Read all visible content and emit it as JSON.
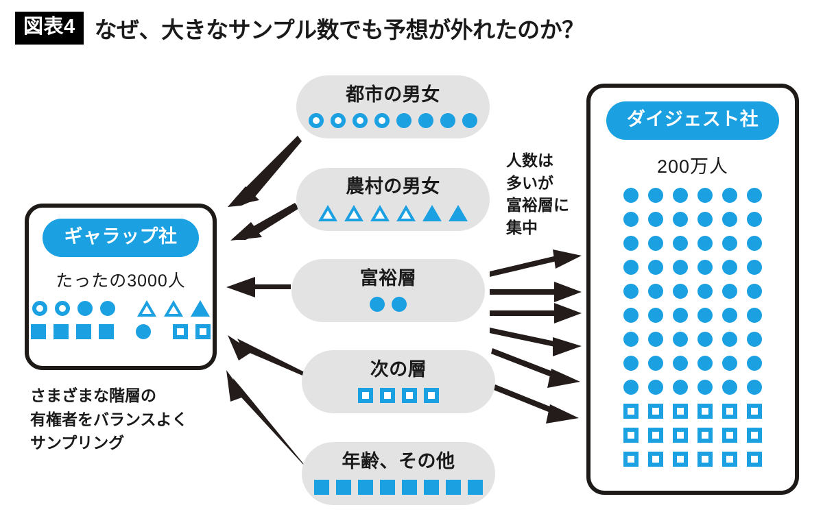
{
  "header": {
    "badge": "図表4",
    "title": "なぜ、大きなサンプル数でも予想が外れたのか？"
  },
  "colors": {
    "accent_blue": "#1ba0e2",
    "pill_gray": "#e3e3e4",
    "outline_black": "#1d1a18",
    "text_black": "#1a1a1a"
  },
  "gallup": {
    "name": "ギャラップ社",
    "count": "たったの3000人",
    "icon_rows": [
      [
        "circle-hollow",
        "circle-hollow",
        "circle-filled",
        "circle-filled",
        "gap",
        "triangle-hollow",
        "triangle-hollow",
        "triangle-filled"
      ],
      [
        "square-filled",
        "square-filled",
        "square-filled",
        "square-filled",
        "gap",
        "circle-filled",
        "gap",
        "square-hollow",
        "square-hollow"
      ]
    ],
    "caption": [
      "さまざまな階層の",
      "有権者をバランスよく",
      "サンプリング"
    ]
  },
  "digest": {
    "name": "ダイジェスト社",
    "count": "200万人",
    "grid_rows": [
      [
        "circle-filled",
        "circle-filled",
        "circle-filled",
        "circle-filled",
        "circle-filled",
        "circle-filled"
      ],
      [
        "circle-filled",
        "circle-filled",
        "circle-filled",
        "circle-filled",
        "circle-filled",
        "circle-filled"
      ],
      [
        "circle-filled",
        "circle-filled",
        "circle-filled",
        "circle-filled",
        "circle-filled",
        "circle-filled"
      ],
      [
        "circle-filled",
        "circle-filled",
        "circle-filled",
        "circle-filled",
        "circle-filled",
        "circle-filled"
      ],
      [
        "circle-filled",
        "circle-filled",
        "circle-filled",
        "circle-filled",
        "circle-filled",
        "circle-filled"
      ],
      [
        "circle-filled",
        "circle-filled",
        "circle-filled",
        "circle-filled",
        "circle-filled",
        "circle-filled"
      ],
      [
        "circle-filled",
        "circle-filled",
        "circle-filled",
        "circle-filled",
        "circle-filled",
        "circle-filled"
      ],
      [
        "circle-filled",
        "circle-filled",
        "circle-filled",
        "circle-filled",
        "circle-filled",
        "circle-filled"
      ],
      [
        "circle-filled",
        "circle-filled",
        "circle-filled",
        "circle-filled",
        "circle-filled",
        "circle-filled"
      ],
      [
        "square-hollow",
        "square-hollow",
        "square-hollow",
        "square-hollow",
        "square-hollow",
        "square-hollow"
      ],
      [
        "square-hollow",
        "square-hollow",
        "square-hollow",
        "square-hollow",
        "square-hollow",
        "square-hollow"
      ],
      [
        "square-hollow",
        "square-hollow",
        "square-hollow",
        "square-hollow",
        "square-hollow",
        "square-hollow"
      ]
    ],
    "note": [
      "人数は",
      "多いが",
      "富裕層に",
      "集中"
    ]
  },
  "categories": [
    {
      "label": "都市の男女",
      "icons": [
        "circle-hollow",
        "circle-hollow",
        "circle-hollow",
        "circle-hollow",
        "circle-filled",
        "circle-filled",
        "circle-filled",
        "circle-filled"
      ]
    },
    {
      "label": "農村の男女",
      "icons": [
        "triangle-hollow",
        "triangle-hollow",
        "triangle-hollow",
        "triangle-hollow",
        "triangle-filled",
        "triangle-filled"
      ]
    },
    {
      "label": "富裕層",
      "icons": [
        "circle-filled",
        "circle-filled"
      ]
    },
    {
      "label": "次の層",
      "icons": [
        "square-hollow",
        "square-hollow",
        "square-hollow",
        "square-hollow"
      ]
    },
    {
      "label": "年齢、その他",
      "icons": [
        "square-filled",
        "square-filled",
        "square-filled",
        "square-filled",
        "square-filled",
        "square-filled",
        "square-filled",
        "square-filled"
      ]
    }
  ]
}
